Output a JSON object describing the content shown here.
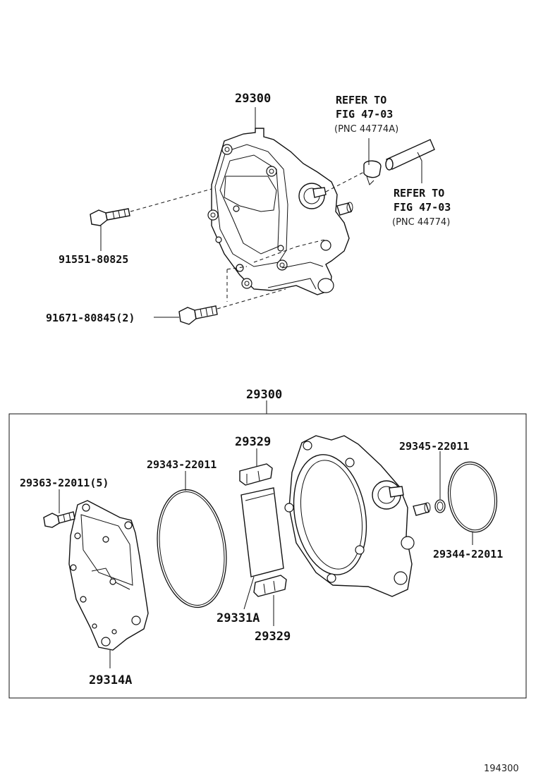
{
  "top_assembly": {
    "main_part": "29300",
    "refer1": {
      "line1": "REFER TO",
      "line2": "FIG 47-03",
      "line3": "(PNC 44774A)"
    },
    "refer2": {
      "line1": "REFER TO",
      "line2": "FIG 47-03",
      "line3": "(PNC 44774)"
    },
    "bolt1": "91551-80825",
    "bolt2": "91671-80845(2)"
  },
  "exploded_view": {
    "main_part": "29300",
    "screw": "29363-22011(5)",
    "gasket_ring": "29343-22011",
    "vane_top": "29329",
    "rotor_vane": "29331A",
    "vane_bottom": "29329",
    "cover_plate": "29314A",
    "oring_small": "29345-22011",
    "oring_large": "29344-22011"
  },
  "diagram_code": "194300"
}
